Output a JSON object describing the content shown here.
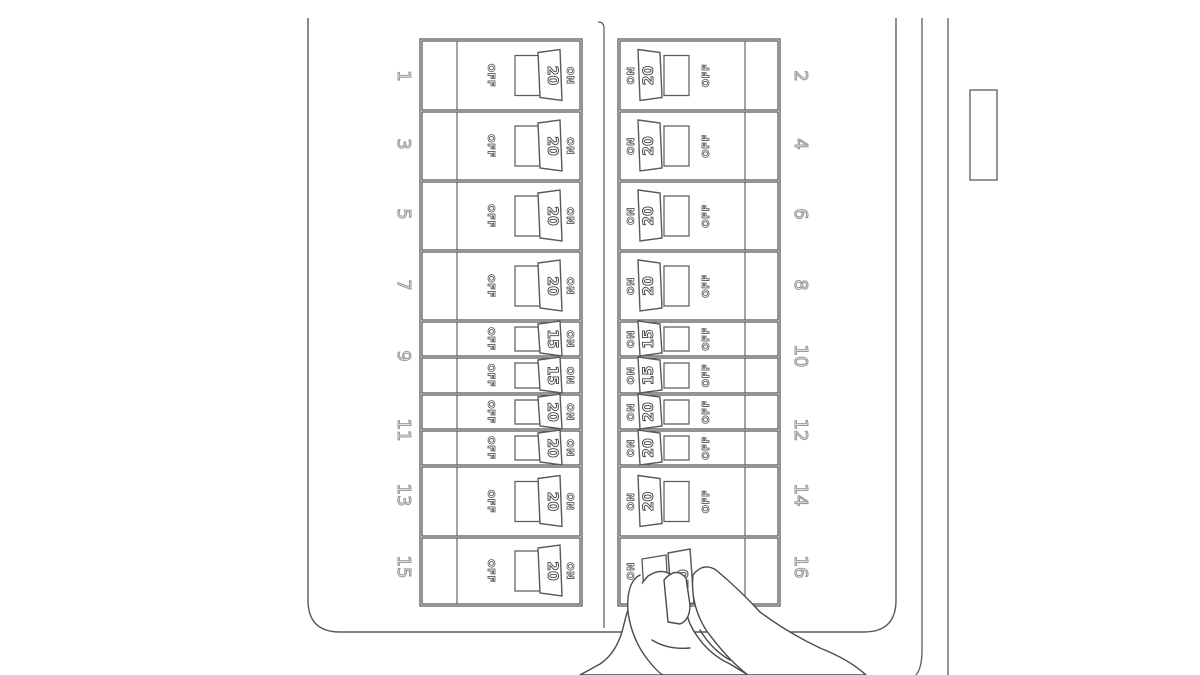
{
  "panel": {
    "left_column": {
      "circuit_labels": [
        "1",
        "3",
        "5",
        "7",
        "9",
        "11",
        "13",
        "15"
      ],
      "breakers": [
        {
          "amps": "20",
          "on_label": "ON",
          "off_label": "OFF"
        },
        {
          "amps": "20",
          "on_label": "ON",
          "off_label": "OFF"
        },
        {
          "amps": "20",
          "on_label": "ON",
          "off_label": "OFF"
        },
        {
          "amps": "20",
          "on_label": "ON",
          "off_label": "OFF"
        },
        {
          "amps": "15",
          "on_label": "ON",
          "off_label": "OFF"
        },
        {
          "amps": "15",
          "on_label": "ON",
          "off_label": "OFF"
        },
        {
          "amps": "20",
          "on_label": "ON",
          "off_label": "OFF"
        },
        {
          "amps": "20",
          "on_label": "ON",
          "off_label": "OFF"
        },
        {
          "amps": "20",
          "on_label": "ON",
          "off_label": "OFF"
        },
        {
          "amps": "20",
          "on_label": "ON",
          "off_label": "OFF"
        }
      ]
    },
    "right_column": {
      "circuit_labels": [
        "2",
        "4",
        "6",
        "8",
        "10",
        "12",
        "14",
        "16"
      ],
      "breakers": [
        {
          "amps": "20",
          "on_label": "ON",
          "off_label": "OFF"
        },
        {
          "amps": "20",
          "on_label": "ON",
          "off_label": "OFF"
        },
        {
          "amps": "20",
          "on_label": "ON",
          "off_label": "OFF"
        },
        {
          "amps": "20",
          "on_label": "ON",
          "off_label": "OFF"
        },
        {
          "amps": "15",
          "on_label": "ON",
          "off_label": "OFF"
        },
        {
          "amps": "15",
          "on_label": "ON",
          "off_label": "OFF"
        },
        {
          "amps": "20",
          "on_label": "ON",
          "off_label": "OFF"
        },
        {
          "amps": "20",
          "on_label": "ON",
          "off_label": "OFF"
        },
        {
          "amps": "20",
          "on_label": "ON",
          "off_label": "OFF"
        },
        {
          "amps": "20",
          "on_label": "ON",
          "off_label": "OFF"
        }
      ],
      "active_breaker": {
        "amps": "20",
        "on_label": "ON",
        "state": "being switched by hand"
      }
    }
  },
  "colors": {
    "line": "#5a5a5a",
    "label": "#9a9a9a",
    "background": "#ffffff"
  }
}
